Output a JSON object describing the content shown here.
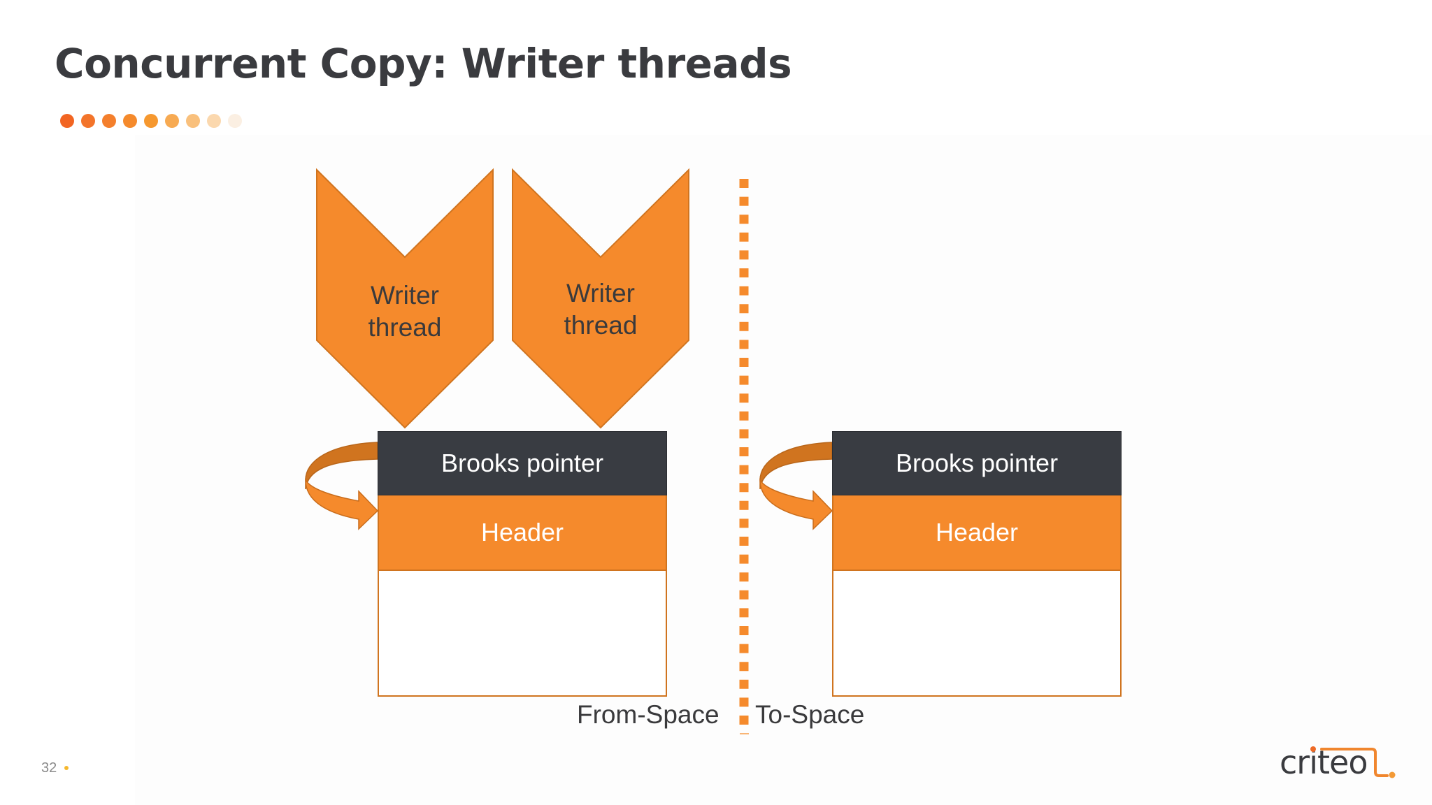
{
  "slide": {
    "title": "Concurrent Copy: Writer threads",
    "page_number": "32",
    "logo_text": "criteo"
  },
  "colors": {
    "orange": "#f58a2c",
    "orange_dark": "#d0741f",
    "dark": "#393c42",
    "text": "#3a3b3f",
    "page_dot": "#f5b82e",
    "dots": [
      "#f26522",
      "#f3742a",
      "#f47f2c",
      "#f58a2c",
      "#f6982f",
      "#f7aa52",
      "#f9c07c",
      "#fbd8ae",
      "#fbefe2"
    ]
  },
  "diagram": {
    "writer_threads": [
      {
        "line1": "Writer",
        "line2": "thread"
      },
      {
        "line1": "Writer",
        "line2": "thread"
      }
    ],
    "objects": [
      {
        "brooks_pointer_label": "Brooks pointer",
        "header_label": "Header",
        "space": "From-Space"
      },
      {
        "brooks_pointer_label": "Brooks pointer",
        "header_label": "Header",
        "space": "To-Space"
      }
    ],
    "divider": "dotted-vertical-line"
  }
}
